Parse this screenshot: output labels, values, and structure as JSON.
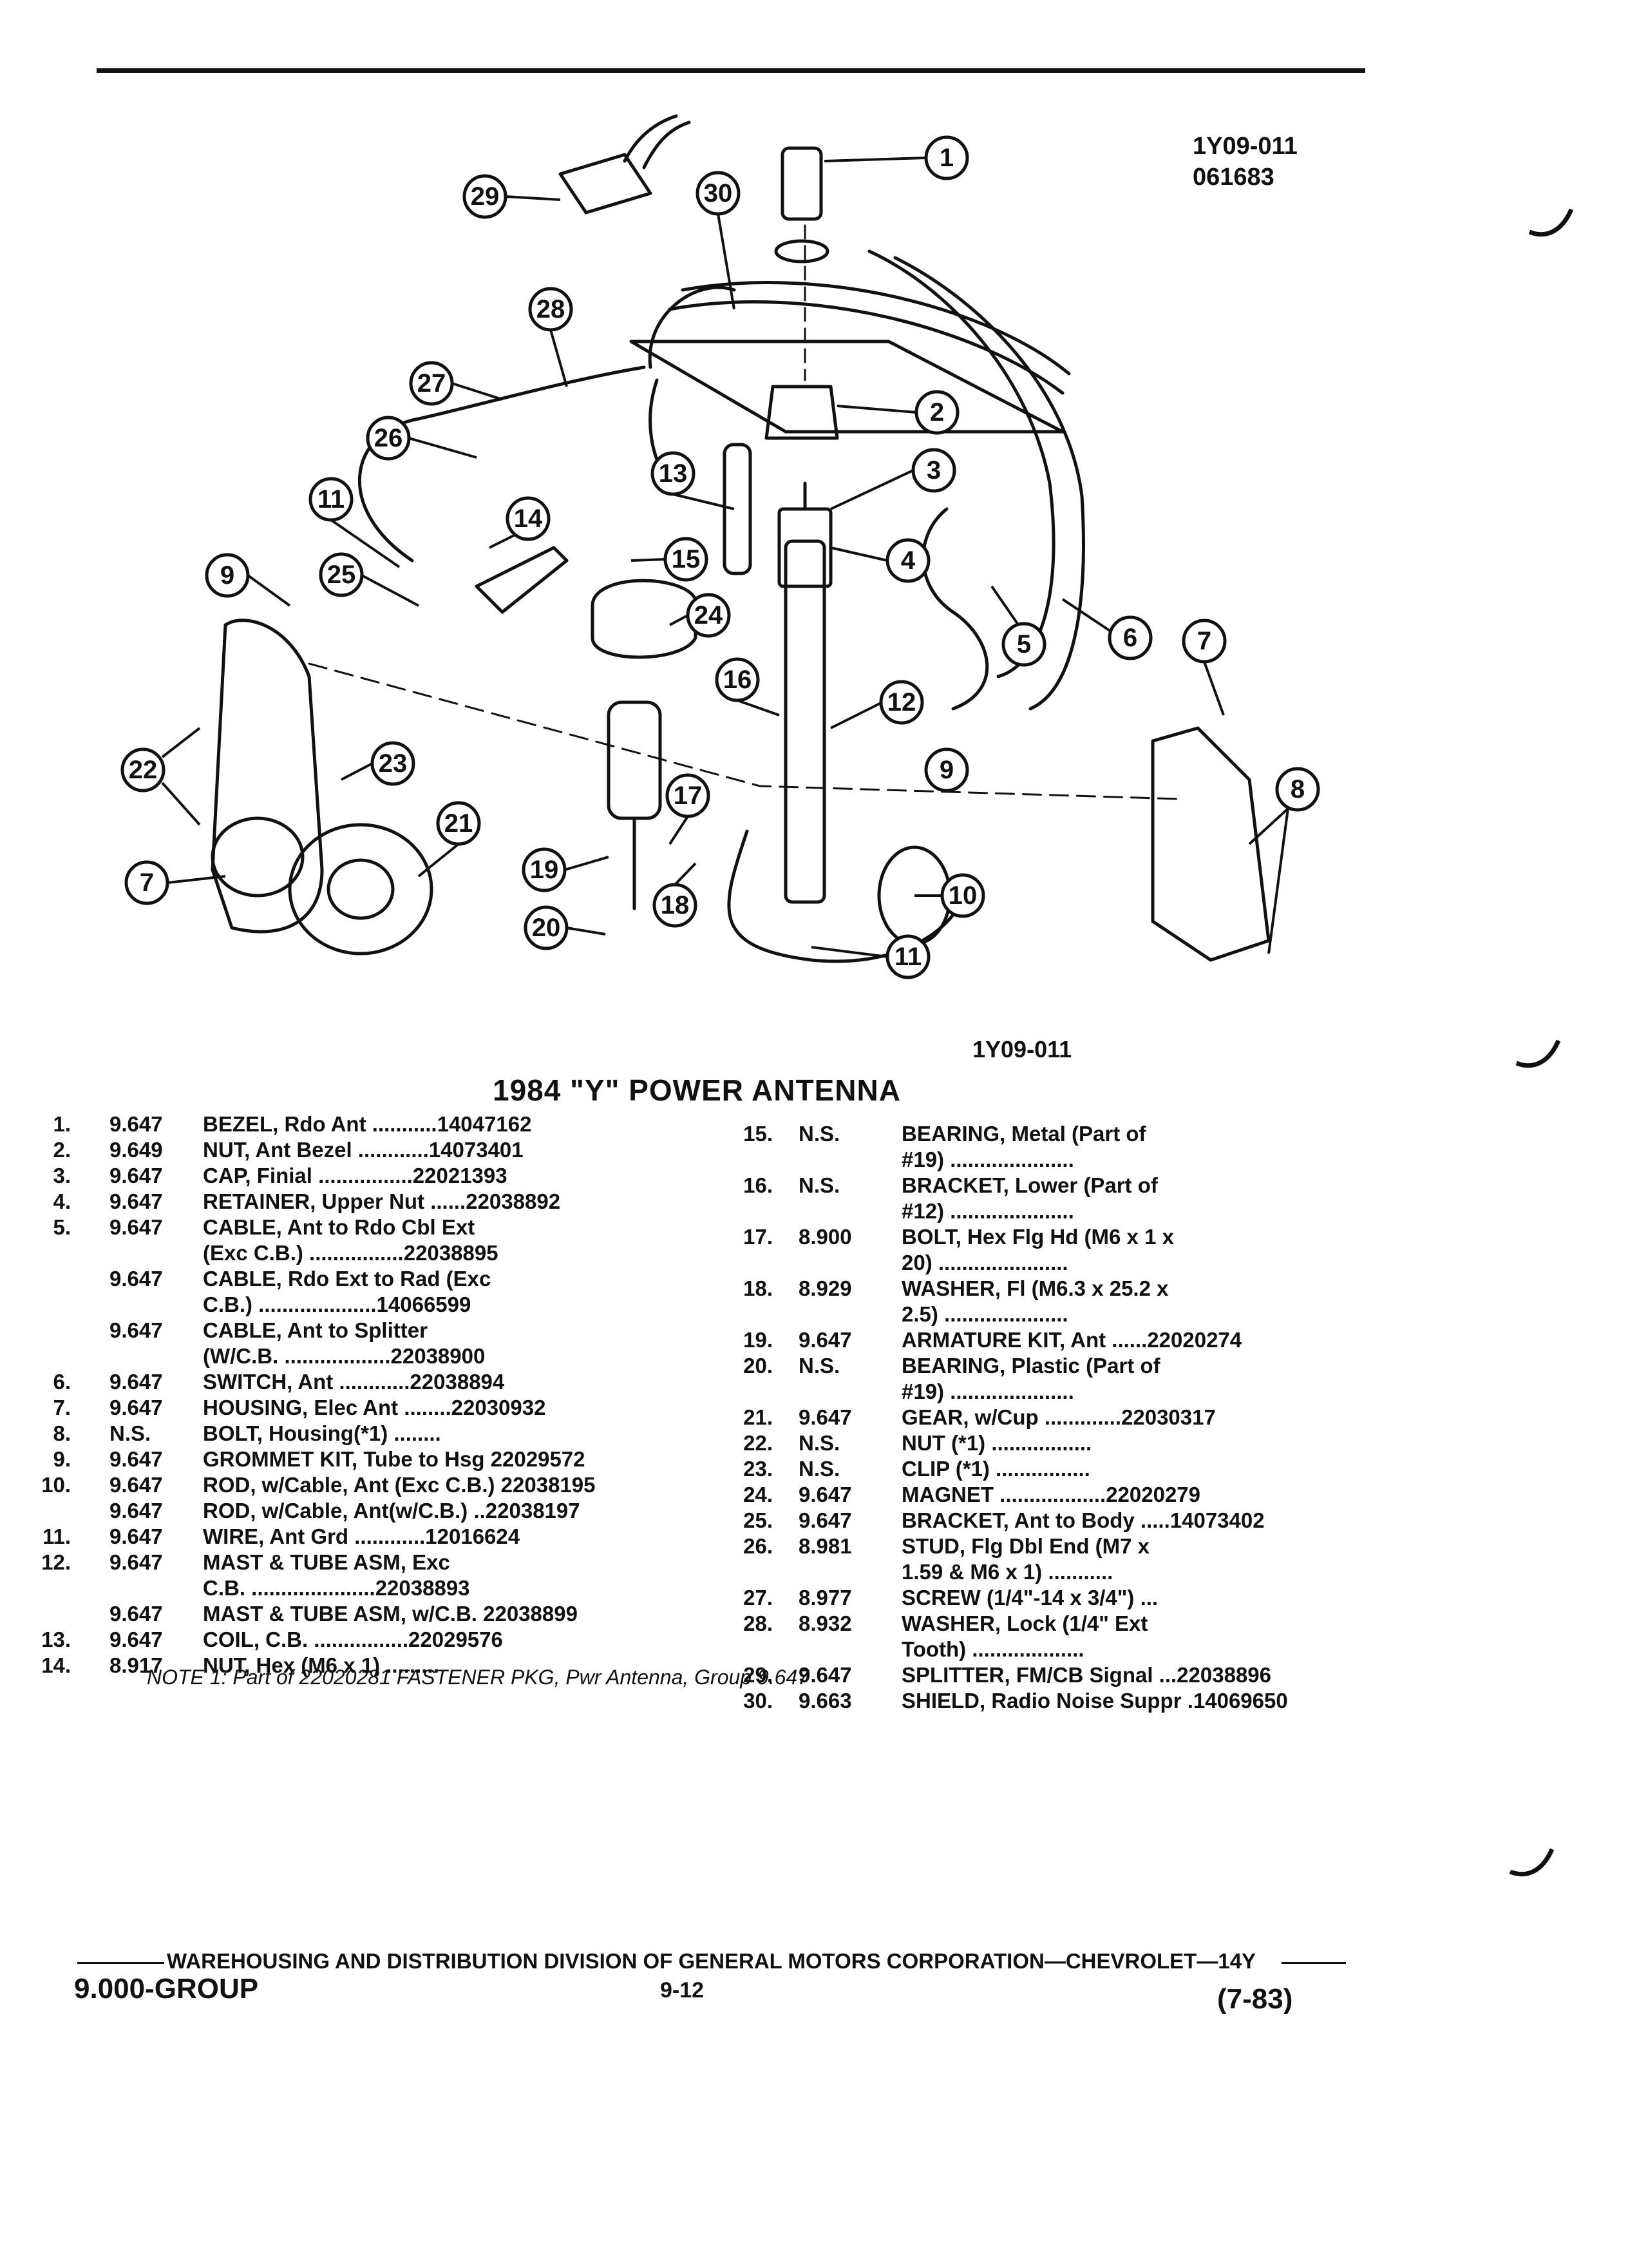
{
  "header": {
    "figure_code": "1Y09-011",
    "figure_date": "061683"
  },
  "diagram": {
    "callouts": [
      "1",
      "2",
      "3",
      "4",
      "5",
      "6",
      "7",
      "8",
      "9",
      "10",
      "11",
      "12",
      "13",
      "14",
      "15",
      "16",
      "17",
      "18",
      "19",
      "20",
      "21",
      "22",
      "23",
      "24",
      "25",
      "26",
      "27",
      "28",
      "29",
      "30"
    ],
    "repeat_callouts": [
      "7",
      "9",
      "11"
    ],
    "caption": "1Y09-011"
  },
  "title": "1984 \"Y\" POWER ANTENNA",
  "parts_left": [
    {
      "num": "1.",
      "group": "9.647",
      "desc": "BEZEL, Rdo Ant ...........14047162"
    },
    {
      "num": "2.",
      "group": "9.649",
      "desc": "NUT, Ant Bezel ............14073401"
    },
    {
      "num": "3.",
      "group": "9.647",
      "desc": "CAP, Finial ................22021393"
    },
    {
      "num": "4.",
      "group": "9.647",
      "desc": "RETAINER, Upper Nut ......22038892"
    },
    {
      "num": "5.",
      "group": "9.647",
      "desc": "CABLE, Ant to Rdo Cbl Ext"
    },
    {
      "num": "",
      "group": "",
      "desc": "(Exc C.B.) ................22038895"
    },
    {
      "num": "",
      "group": "9.647",
      "desc": "CABLE, Rdo Ext to Rad (Exc"
    },
    {
      "num": "",
      "group": "",
      "desc": "C.B.) ....................14066599"
    },
    {
      "num": "",
      "group": "9.647",
      "desc": "CABLE, Ant to Splitter"
    },
    {
      "num": "",
      "group": "",
      "desc": "(W/C.B. ..................22038900"
    },
    {
      "num": "6.",
      "group": "9.647",
      "desc": "SWITCH, Ant ............22038894"
    },
    {
      "num": "7.",
      "group": "9.647",
      "desc": "HOUSING, Elec Ant ........22030932"
    },
    {
      "num": "8.",
      "group": "N.S.",
      "desc": "BOLT, Housing(*1) ........"
    },
    {
      "num": "9.",
      "group": "9.647",
      "desc": "GROMMET KIT, Tube to Hsg 22029572"
    },
    {
      "num": "10.",
      "group": "9.647",
      "desc": "ROD, w/Cable, Ant (Exc C.B.) 22038195"
    },
    {
      "num": "",
      "group": "9.647",
      "desc": "ROD, w/Cable, Ant(w/C.B.) ..22038197"
    },
    {
      "num": "11.",
      "group": "9.647",
      "desc": "WIRE, Ant Grd ............12016624"
    },
    {
      "num": "12.",
      "group": "9.647",
      "desc": "MAST & TUBE ASM, Exc"
    },
    {
      "num": "",
      "group": "",
      "desc": "C.B. .....................22038893"
    },
    {
      "num": "",
      "group": "9.647",
      "desc": "MAST & TUBE ASM, w/C.B. 22038899"
    },
    {
      "num": "13.",
      "group": "9.647",
      "desc": "COIL, C.B. ................22029576"
    },
    {
      "num": "14.",
      "group": "8.917",
      "desc": "NUT, Hex (M6 x 1) ........."
    }
  ],
  "parts_right": [
    {
      "num": "15.",
      "group": "N.S.",
      "desc": "BEARING, Metal (Part of"
    },
    {
      "num": "",
      "group": "",
      "desc": "#19) ....................."
    },
    {
      "num": "16.",
      "group": "N.S.",
      "desc": "BRACKET, Lower (Part of"
    },
    {
      "num": "",
      "group": "",
      "desc": "#12) ....................."
    },
    {
      "num": "17.",
      "group": "8.900",
      "desc": "BOLT, Hex Flg Hd (M6 x 1 x"
    },
    {
      "num": "",
      "group": "",
      "desc": "20) ......................"
    },
    {
      "num": "18.",
      "group": "8.929",
      "desc": "WASHER, Fl (M6.3 x 25.2 x"
    },
    {
      "num": "",
      "group": "",
      "desc": "2.5) ....................."
    },
    {
      "num": "19.",
      "group": "9.647",
      "desc": "ARMATURE KIT, Ant ......22020274"
    },
    {
      "num": "20.",
      "group": "N.S.",
      "desc": "BEARING, Plastic (Part of"
    },
    {
      "num": "",
      "group": "",
      "desc": "#19) ....................."
    },
    {
      "num": "21.",
      "group": "9.647",
      "desc": "GEAR, w/Cup .............22030317"
    },
    {
      "num": "22.",
      "group": "N.S.",
      "desc": "NUT (*1) ................."
    },
    {
      "num": "23.",
      "group": "N.S.",
      "desc": "CLIP (*1) ................"
    },
    {
      "num": "24.",
      "group": "9.647",
      "desc": "MAGNET ..................22020279"
    },
    {
      "num": "25.",
      "group": "9.647",
      "desc": "BRACKET, Ant to Body .....14073402"
    },
    {
      "num": "26.",
      "group": "8.981",
      "desc": "STUD, Flg Dbl End (M7 x"
    },
    {
      "num": "",
      "group": "",
      "desc": "1.59 & M6 x 1) ..........."
    },
    {
      "num": "27.",
      "group": "8.977",
      "desc": "SCREW (1/4\"-14 x 3/4\") ..."
    },
    {
      "num": "28.",
      "group": "8.932",
      "desc": "WASHER, Lock (1/4\" Ext"
    },
    {
      "num": "",
      "group": "",
      "desc": "Tooth) ..................."
    },
    {
      "num": "29.",
      "group": "9.647",
      "desc": "SPLITTER, FM/CB Signal ...22038896"
    },
    {
      "num": "30.",
      "group": "9.663",
      "desc": "SHIELD, Radio Noise Suppr .14069650"
    }
  ],
  "note": "NOTE 1: Part of 22020281 FASTENER PKG, Pwr Antenna, Group 9.647",
  "footer": {
    "line": "WAREHOUSING AND DISTRIBUTION DIVISION OF GENERAL MOTORS CORPORATION—CHEVROLET—14Y",
    "group": "9.000-GROUP",
    "page": "9-12",
    "revision": "(7-83)"
  }
}
